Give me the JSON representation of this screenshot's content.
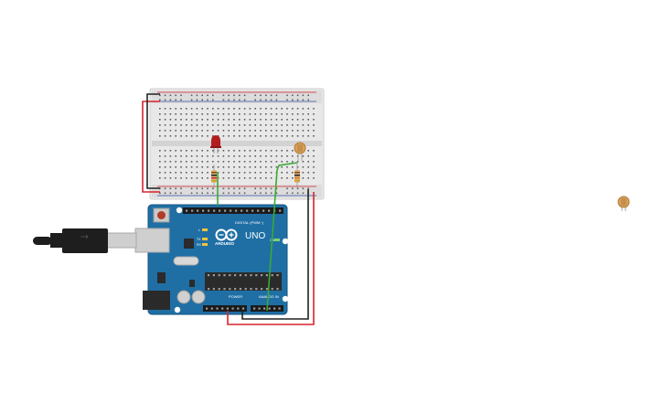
{
  "arduino": {
    "logo_text": "ARDUINO",
    "model": "UNO",
    "digital_label": "DIGITAL (PWM~)",
    "power_label": "POWER",
    "analog_label": "ANALOG IN",
    "l_label": "L",
    "tx_label": "TX",
    "rx_label": "RX",
    "on_label": "ON"
  },
  "colors": {
    "board": "#1f6fa5",
    "breadboard": "#e6e6e6",
    "wire_red": "#d9232d",
    "wire_black": "#222222",
    "wire_green": "#3aa935",
    "led": "#b01e1e",
    "photoresistor": "#d9a15a"
  },
  "components": {
    "led": "red-led",
    "resistors": 2,
    "photoresistors": 2
  }
}
